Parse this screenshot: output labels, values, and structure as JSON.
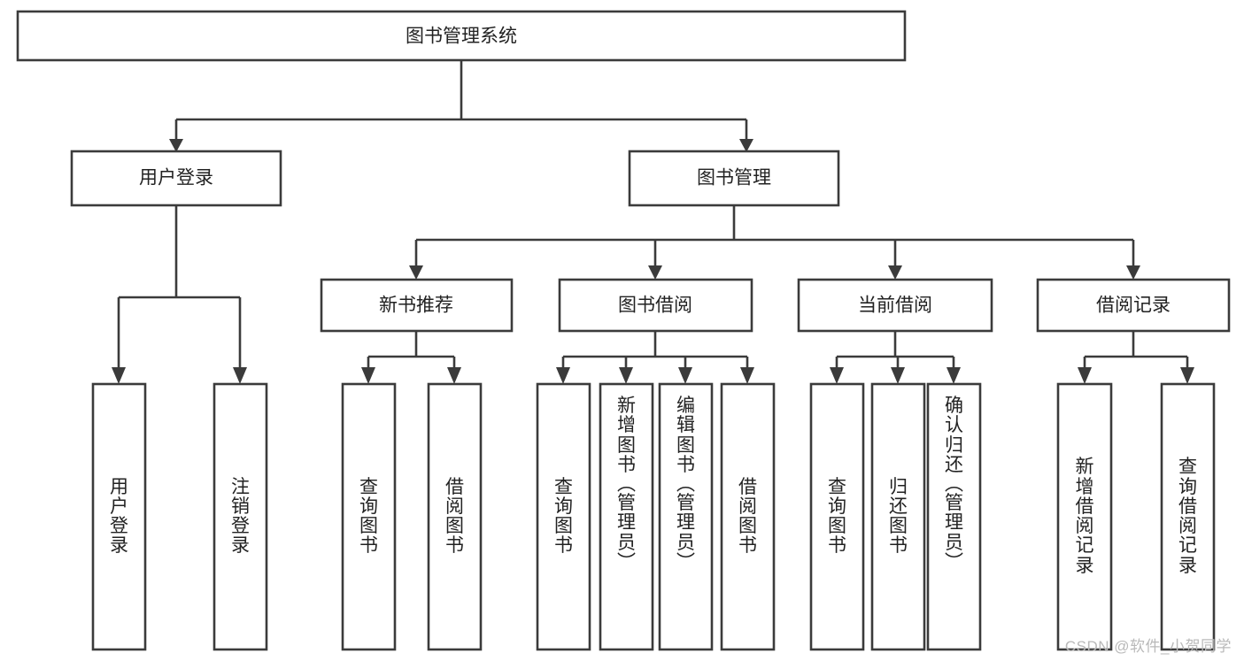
{
  "diagram": {
    "type": "tree-hierarchy-chart",
    "title": "图书管理系统",
    "watermark": "CSDN @软件_小贺同学",
    "stroke_color": "#3b3b3b",
    "fill_color": "#ffffff",
    "text_color": "#222222",
    "levels": [
      {
        "level": 1,
        "nodes": [
          {
            "id": "root",
            "label": "图书管理系统",
            "orientation": "horizontal"
          }
        ]
      },
      {
        "level": 2,
        "nodes": [
          {
            "id": "user-login",
            "label": "用户登录",
            "orientation": "horizontal",
            "parent": "root"
          },
          {
            "id": "book-manage",
            "label": "图书管理",
            "orientation": "horizontal",
            "parent": "root"
          }
        ]
      },
      {
        "level": 3,
        "nodes": [
          {
            "id": "new-book-recommend",
            "label": "新书推荐",
            "orientation": "horizontal",
            "parent": "book-manage"
          },
          {
            "id": "book-borrow",
            "label": "图书借阅",
            "orientation": "horizontal",
            "parent": "book-manage"
          },
          {
            "id": "current-borrow",
            "label": "当前借阅",
            "orientation": "horizontal",
            "parent": "book-manage"
          },
          {
            "id": "borrow-record",
            "label": "借阅记录",
            "orientation": "horizontal",
            "parent": "book-manage"
          }
        ]
      },
      {
        "level": 4,
        "nodes": [
          {
            "id": "leaf-user-login",
            "label": "用户登录",
            "orientation": "vertical",
            "parent": "user-login"
          },
          {
            "id": "leaf-logout-login",
            "label": "注销登录",
            "orientation": "vertical",
            "parent": "user-login"
          },
          {
            "id": "leaf-query-book-1",
            "label": "查询图书",
            "orientation": "vertical",
            "parent": "new-book-recommend"
          },
          {
            "id": "leaf-borrow-book-1",
            "label": "借阅图书",
            "orientation": "vertical",
            "parent": "new-book-recommend"
          },
          {
            "id": "leaf-query-book-2",
            "label": "查询图书",
            "orientation": "vertical",
            "parent": "book-borrow"
          },
          {
            "id": "leaf-add-book",
            "label": "新增图书（管理员）",
            "orientation": "vertical",
            "parent": "book-borrow"
          },
          {
            "id": "leaf-edit-book",
            "label": "编辑图书（管理员）",
            "orientation": "vertical",
            "parent": "book-borrow"
          },
          {
            "id": "leaf-borrow-book-2",
            "label": "借阅图书",
            "orientation": "vertical",
            "parent": "book-borrow"
          },
          {
            "id": "leaf-query-book-3",
            "label": "查询图书",
            "orientation": "vertical",
            "parent": "current-borrow"
          },
          {
            "id": "leaf-return-book",
            "label": "归还图书",
            "orientation": "vertical",
            "parent": "current-borrow"
          },
          {
            "id": "leaf-confirm-return",
            "label": "确认归还（管理员）",
            "orientation": "vertical",
            "parent": "current-borrow"
          },
          {
            "id": "leaf-add-record",
            "label": "新增借阅记录",
            "orientation": "vertical",
            "parent": "borrow-record"
          },
          {
            "id": "leaf-query-record",
            "label": "查询借阅记录",
            "orientation": "vertical",
            "parent": "borrow-record"
          }
        ]
      }
    ]
  }
}
